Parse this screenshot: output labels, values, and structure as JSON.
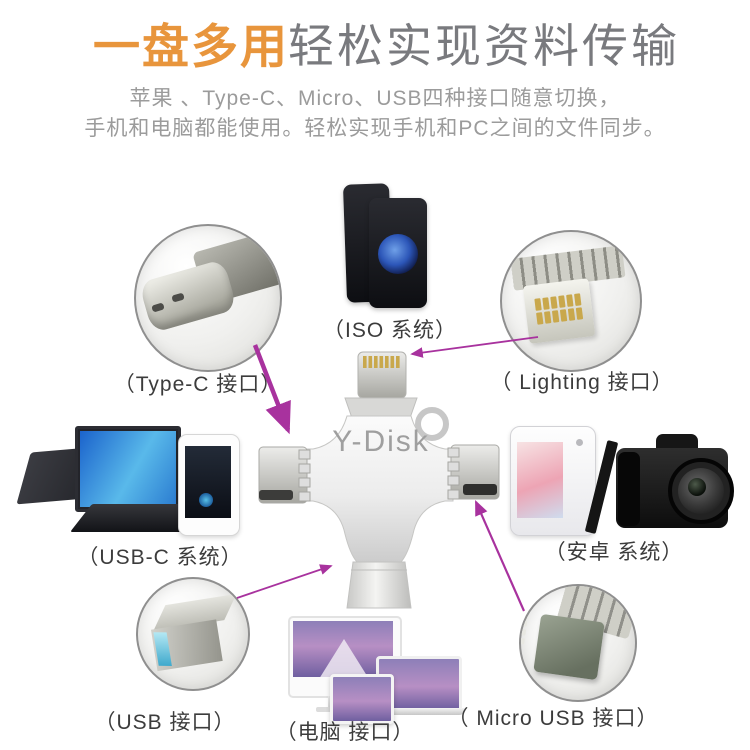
{
  "header": {
    "title_highlight": "一盘多用",
    "title_main": "轻松实现资料传输",
    "subtitle_line1": "苹果 、Type-C、Micro、USB四种接口随意切换，",
    "subtitle_line2": "手机和电脑都能使用。轻松实现手机和PC之间的文件同步。"
  },
  "product": {
    "brand": "Y-Disk"
  },
  "labels": {
    "ios_system": "（ISO 系统）",
    "type_c_port": "（Type-C 接口）",
    "lightning_port": "（ Lighting 接口）",
    "usb_c_system": "（USB-C 系统）",
    "android_system": "（安卓 系统）",
    "usb_port": "（USB 接口）",
    "computer_port": "（电脑 接口）",
    "micro_usb_port": "（ Micro USB 接口）"
  },
  "colors": {
    "accent_orange": "#e8953c",
    "title_gray": "#797a7e",
    "subtitle_gray": "#9b9b9b",
    "arrow_magenta": "#a8329e",
    "label_dark": "#3c3c3c",
    "product_silver": "#d8d8d8"
  }
}
